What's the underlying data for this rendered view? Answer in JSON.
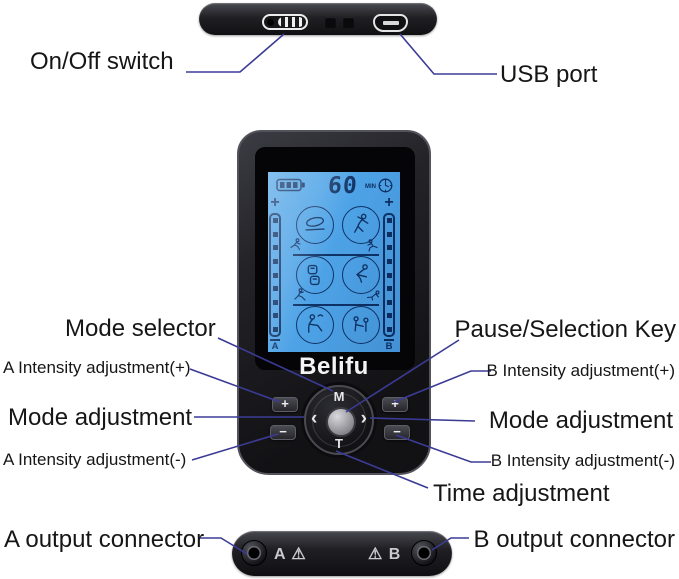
{
  "top_view": {
    "on_off_label": "On/Off switch",
    "usb_label": "USB port"
  },
  "device": {
    "brand": "Belifu",
    "screen": {
      "timer_value": "60",
      "timer_unit": "MIN",
      "battery_bars": 3,
      "plus_sign": "+",
      "channel_a": "A",
      "channel_b": "B",
      "mode_icon_names": [
        "foot-massage",
        "gymnast",
        "cupping",
        "acupressure",
        "back-massage",
        "shoulder-massage"
      ],
      "activity_icon_names": [
        "running",
        "kicking",
        "lunge",
        "stretch"
      ]
    },
    "dpad": {
      "mode_key": "M",
      "time_key": "T",
      "left_key": "‹",
      "right_key": "›"
    },
    "side_buttons": {
      "plus": "+",
      "minus": "−"
    }
  },
  "callouts": {
    "mode_selector": "Mode selector",
    "pause_selection_key": "Pause/Selection Key",
    "a_intensity_plus": "A Intensity adjustment(+)",
    "b_intensity_plus": "B Intensity adjustment(+)",
    "mode_adjustment_left": "Mode adjustment",
    "mode_adjustment_right": "Mode adjustment",
    "a_intensity_minus": "A Intensity adjustment(-)",
    "b_intensity_minus": "B Intensity adjustment(-)",
    "time_adjustment": "Time adjustment",
    "a_output_connector": "A output connector",
    "b_output_connector": "B output connector"
  },
  "bottom_view": {
    "a_port_mark": "A ⚠",
    "b_port_mark": "⚠ B"
  },
  "colors": {
    "lcd_blue": "#4AA1E6",
    "lcd_icon_navy": "#0B2F63",
    "leader_line": "#3B3B96",
    "label_text": "#161616",
    "device_body": "#1B1B1F"
  }
}
